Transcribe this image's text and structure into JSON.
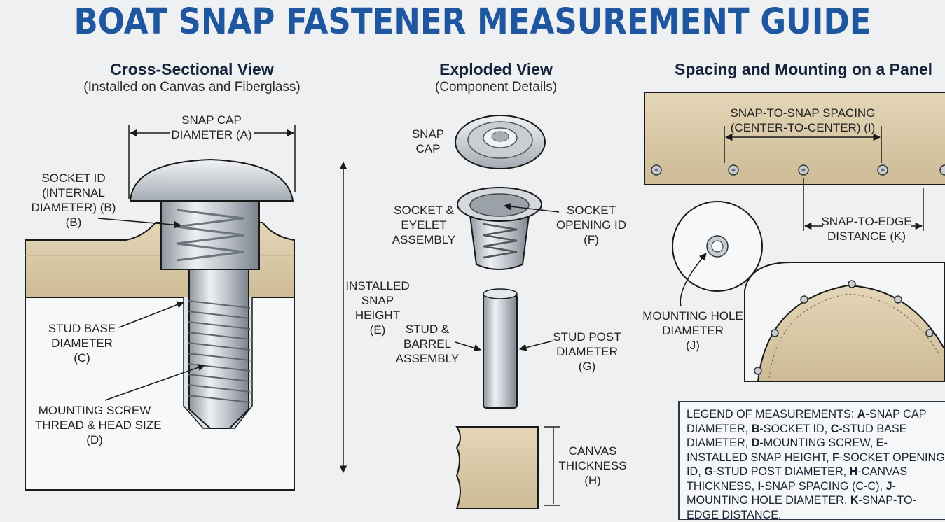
{
  "title": "BOAT SNAP FASTENER MEASUREMENT GUIDE",
  "sections": {
    "cross": {
      "title": "Cross-Sectional View",
      "subtitle": "(Installed on Canvas and Fiberglass)"
    },
    "exploded": {
      "title": "Exploded View",
      "subtitle": "(Component Details)"
    },
    "spacing": {
      "title": "Spacing and Mounting on a Panel"
    }
  },
  "labels": {
    "snap_cap_diameter": [
      "SNAP CAP",
      "DIAMETER (A)"
    ],
    "socket_id": [
      "SOCKET ID",
      "(INTERNAL",
      "DIAMETER) (B)",
      "(B)"
    ],
    "stud_base": [
      "STUD BASE",
      "DIAMETER",
      "(C)"
    ],
    "mounting_screw": [
      "MOUNTING SCREW",
      "THREAD & HEAD SIZE",
      "(D)"
    ],
    "installed_height": [
      "INSTALLED",
      "SNAP",
      "HEIGHT",
      "(E)"
    ],
    "snap_cap": [
      "SNAP",
      "CAP"
    ],
    "socket_eyelet": [
      "SOCKET &",
      "EYELET",
      "ASSEMBLY"
    ],
    "socket_opening": [
      "SOCKET",
      "OPENING ID",
      "(F)"
    ],
    "stud_barrel": [
      "STUD &",
      "BARREL",
      "ASSEMBLY"
    ],
    "stud_post": [
      "STUD POST",
      "DIAMETER",
      "(G)"
    ],
    "canvas_thickness": [
      "CANVAS",
      "THICKNESS",
      "(H)"
    ],
    "snap_spacing": [
      "SNAP-TO-SNAP SPACING",
      "(CENTER-TO-CENTER) (I)"
    ],
    "snap_edge": [
      "SNAP-TO-EDGE",
      "DISTANCE (K)"
    ],
    "mounting_hole": [
      "MOUNTING HOLE",
      "DIAMETER",
      "(J)"
    ]
  },
  "legend": {
    "prefix": "LEGEND OF MEASUREMENTS: ",
    "items": [
      {
        "key": "A",
        "text": "-SNAP CAP DIAMETER, "
      },
      {
        "key": "B",
        "text": "-SOCKET ID, "
      },
      {
        "key": "C",
        "text": "-STUD BASE DIAMETER, "
      },
      {
        "key": "D",
        "text": "-MOUNTING SCREW, "
      },
      {
        "key": "E",
        "text": "-INSTALLED SNAP HEIGHT, "
      },
      {
        "key": "F",
        "text": "-SOCKET OPENING ID, "
      },
      {
        "key": "G",
        "text": "-STUD POST DIAMETER, "
      },
      {
        "key": "H",
        "text": "-CANVAS THICKNESS, "
      },
      {
        "key": "I",
        "text": "-SNAP SPACING (C-C), "
      },
      {
        "key": "J",
        "text": "-MOUNTING HOLE DIAMETER, "
      },
      {
        "key": "K",
        "text": "-SNAP-TO-EDGE DISTANCE."
      }
    ]
  },
  "colors": {
    "title": "#1e56a0",
    "canvas": "#d9c9a8",
    "metal": "#b8bec6",
    "line": "#1a1a1a"
  }
}
